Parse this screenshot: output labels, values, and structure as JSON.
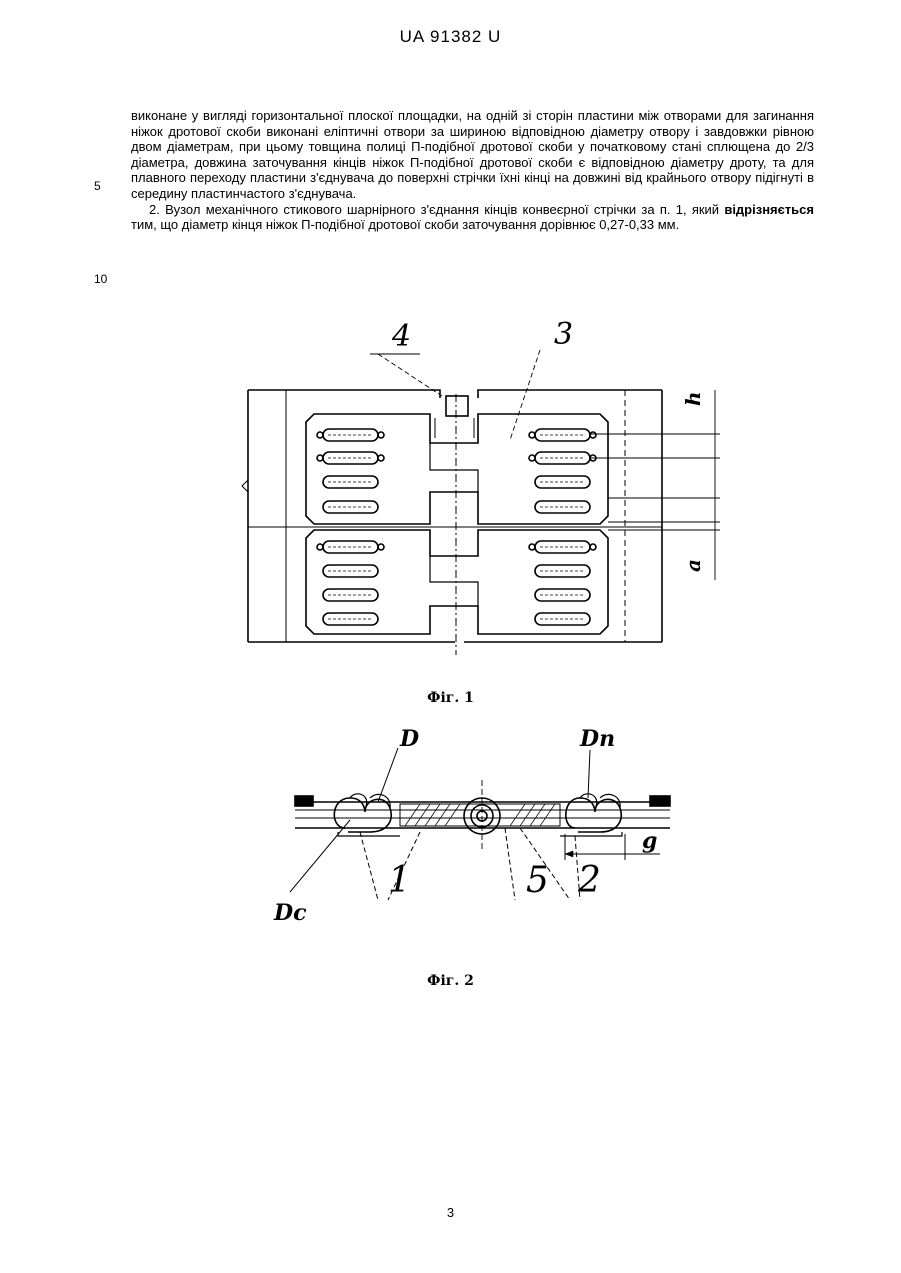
{
  "header": {
    "patent_id": "UA   91382   U"
  },
  "paragraph1": "виконане у вигляді горизонтальної плоскої площадки, на одній зі сторін пластини між отворами для загинання ніжок дротової скоби виконані еліптичні отвори за шириною відповідною діаметру отвору і завдовжки рівною двом діаметрам, при цьому товщина полиці П-подібної дротової скоби у початковому стані сплющена до 2/3 діаметра, довжина заточування кінців ніжок П-подібної дротової скоби є відповідною діаметру дроту, та для плавного переходу пластини з'єднувача до поверхні стрічки їхні кінці на довжині від крайнього отвору підігнуті в середину пластинчастого з'єднувача.",
  "paragraph2": {
    "start": "2. Вузол механічного стикового шарнірного з'єднання кінців конвеєрної стрічки за п. 1, який ",
    "bold": "відрізняється",
    "end": " тим, що діаметр кінця ніжок П-подібної дротової скоби заточування дорівнює 0,27-0,33 мм."
  },
  "line_numbers": {
    "n5": "5",
    "n10": "10"
  },
  "figure1": {
    "label_4": "4",
    "label_3": "3",
    "label_h": "h",
    "label_a": "a",
    "caption": "Фіг. 1"
  },
  "figure2": {
    "label_D": "D",
    "label_Dn": "Dп",
    "label_Dc": "Dc",
    "label_1": "1",
    "label_5": "5",
    "label_2": "2",
    "label_g": "g",
    "caption": "Фіг. 2"
  },
  "page_number": "3"
}
